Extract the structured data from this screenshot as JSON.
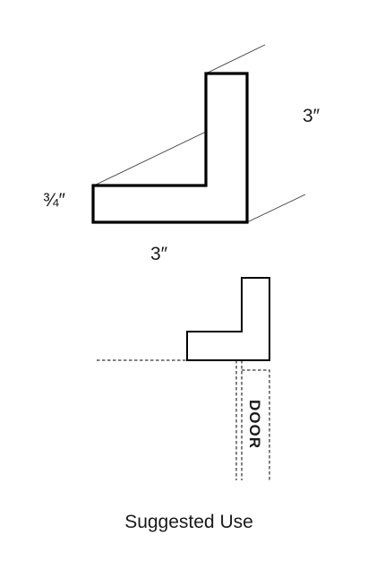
{
  "profile": {
    "height_label": "3″",
    "thickness_label": "¾″",
    "width_label": "3″"
  },
  "usage": {
    "door_label": "DOOR",
    "caption": "Suggested Use"
  },
  "colors": {
    "stroke": "#000000",
    "text": "#1a1a1a"
  }
}
